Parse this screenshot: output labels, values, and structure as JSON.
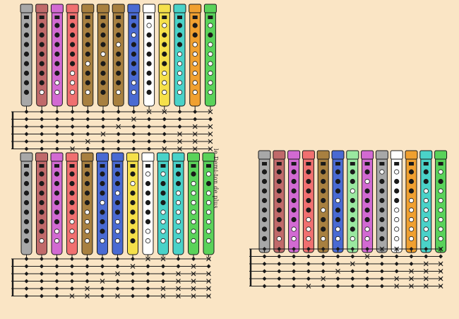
{
  "figure": {
    "background": "#fae5c5",
    "ink": "#1a1a1a",
    "side_text": "le Demi-ton de plus"
  },
  "panels": [
    {
      "name": "panel-top-left",
      "fingering_charts": [
        {
          "color": "#a8a8a8",
          "holes": [
            1,
            1,
            1,
            1,
            1,
            1,
            1,
            1
          ]
        },
        {
          "color": "#c06a6a",
          "holes": [
            1,
            1,
            1,
            1,
            1,
            1,
            1,
            0
          ]
        },
        {
          "color": "#d26ad2",
          "holes": [
            1,
            1,
            1,
            1,
            1,
            1,
            0,
            0
          ]
        },
        {
          "color": "#f07070",
          "holes": [
            1,
            1,
            1,
            1,
            1,
            0,
            0,
            0
          ]
        },
        {
          "color": "#a88040",
          "holes": [
            1,
            1,
            1,
            1,
            0,
            1,
            1,
            0
          ]
        },
        {
          "color": "#a88040",
          "holes": [
            1,
            1,
            1,
            0,
            1,
            1,
            1,
            1
          ]
        },
        {
          "color": "#a88040",
          "holes": [
            1,
            1,
            0,
            1,
            1,
            1,
            1,
            0
          ]
        },
        {
          "color": "#4a6ad2",
          "holes": [
            1,
            0,
            1,
            1,
            1,
            1,
            0,
            0
          ]
        },
        {
          "color": "#ffffff",
          "holes": [
            0,
            1,
            1,
            1,
            1,
            1,
            1,
            1
          ]
        },
        {
          "color": "#f5e04a",
          "holes": [
            0,
            1,
            1,
            1,
            1,
            0,
            0,
            0
          ]
        },
        {
          "color": "#4ad2c8",
          "holes": [
            1,
            1,
            1,
            0,
            0,
            0,
            0,
            0
          ]
        },
        {
          "color": "#f0a030",
          "holes": [
            1,
            1,
            0,
            0,
            0,
            0,
            0,
            0
          ]
        },
        {
          "color": "#5ad25a",
          "holes": [
            0,
            1,
            0,
            0,
            0,
            0,
            0,
            0
          ]
        }
      ]
    },
    {
      "name": "panel-bottom-left",
      "fingering_charts": [
        {
          "color": "#a8a8a8",
          "holes": [
            1,
            1,
            1,
            1,
            1,
            1,
            1,
            1
          ]
        },
        {
          "color": "#c06a6a",
          "holes": [
            1,
            1,
            1,
            1,
            1,
            1,
            1,
            0
          ]
        },
        {
          "color": "#d26ad2",
          "holes": [
            1,
            1,
            1,
            1,
            1,
            1,
            0,
            0
          ]
        },
        {
          "color": "#f07070",
          "holes": [
            1,
            1,
            1,
            1,
            1,
            0,
            0,
            0
          ]
        },
        {
          "color": "#a88040",
          "holes": [
            1,
            1,
            1,
            1,
            0,
            0,
            0,
            0
          ]
        },
        {
          "color": "#4a6ad2",
          "holes": [
            1,
            1,
            1,
            0,
            1,
            1,
            1,
            0
          ]
        },
        {
          "color": "#4a6ad2",
          "holes": [
            1,
            1,
            0,
            1,
            1,
            0,
            0,
            0
          ]
        },
        {
          "color": "#f5e04a",
          "holes": [
            1,
            0,
            1,
            1,
            1,
            1,
            1,
            1
          ]
        },
        {
          "color": "#ffffff",
          "holes": [
            0,
            1,
            1,
            1,
            1,
            1,
            0,
            0
          ]
        },
        {
          "color": "#4ad2c8",
          "holes": [
            0,
            1,
            1,
            1,
            0,
            0,
            0,
            0
          ]
        },
        {
          "color": "#4ad2c8",
          "holes": [
            1,
            1,
            0,
            0,
            0,
            0,
            0,
            0
          ]
        },
        {
          "color": "#5ad25a",
          "holes": [
            1,
            0,
            0,
            0,
            0,
            0,
            0,
            0
          ]
        },
        {
          "color": "#5ad25a",
          "holes": [
            0,
            1,
            0,
            0,
            0,
            0,
            0,
            0
          ]
        }
      ]
    },
    {
      "name": "panel-right",
      "fingering_charts": [
        {
          "color": "#a8a8a8",
          "holes": [
            1,
            1,
            1,
            1,
            1,
            1,
            1,
            1
          ]
        },
        {
          "color": "#c06a6a",
          "holes": [
            1,
            1,
            1,
            1,
            1,
            1,
            1,
            0
          ]
        },
        {
          "color": "#d26ad2",
          "holes": [
            1,
            1,
            1,
            1,
            1,
            1,
            0,
            0
          ]
        },
        {
          "color": "#f07070",
          "holes": [
            1,
            1,
            1,
            1,
            1,
            0,
            0,
            0
          ]
        },
        {
          "color": "#a88040",
          "holes": [
            1,
            1,
            1,
            1,
            0,
            1,
            1,
            0
          ]
        },
        {
          "color": "#4a6ad2",
          "holes": [
            1,
            1,
            1,
            0,
            1,
            1,
            0,
            0
          ]
        },
        {
          "color": "#9ae8a0",
          "holes": [
            1,
            1,
            0,
            1,
            1,
            1,
            1,
            0
          ]
        },
        {
          "color": "#d26ad2",
          "holes": [
            1,
            0,
            1,
            1,
            1,
            1,
            0,
            0
          ]
        },
        {
          "color": "#a8a8a8",
          "holes": [
            0,
            1,
            1,
            1,
            1,
            1,
            1,
            1
          ]
        },
        {
          "color": "#ffffff",
          "holes": [
            0,
            1,
            1,
            1,
            0,
            0,
            0,
            0
          ]
        },
        {
          "color": "#f0a030",
          "holes": [
            1,
            1,
            1,
            0,
            0,
            0,
            0,
            0
          ]
        },
        {
          "color": "#4ad2c8",
          "holes": [
            1,
            1,
            0,
            0,
            0,
            0,
            0,
            0
          ]
        },
        {
          "color": "#5ad25a",
          "holes": [
            0,
            1,
            0,
            0,
            0,
            0,
            0,
            0
          ]
        }
      ]
    }
  ]
}
